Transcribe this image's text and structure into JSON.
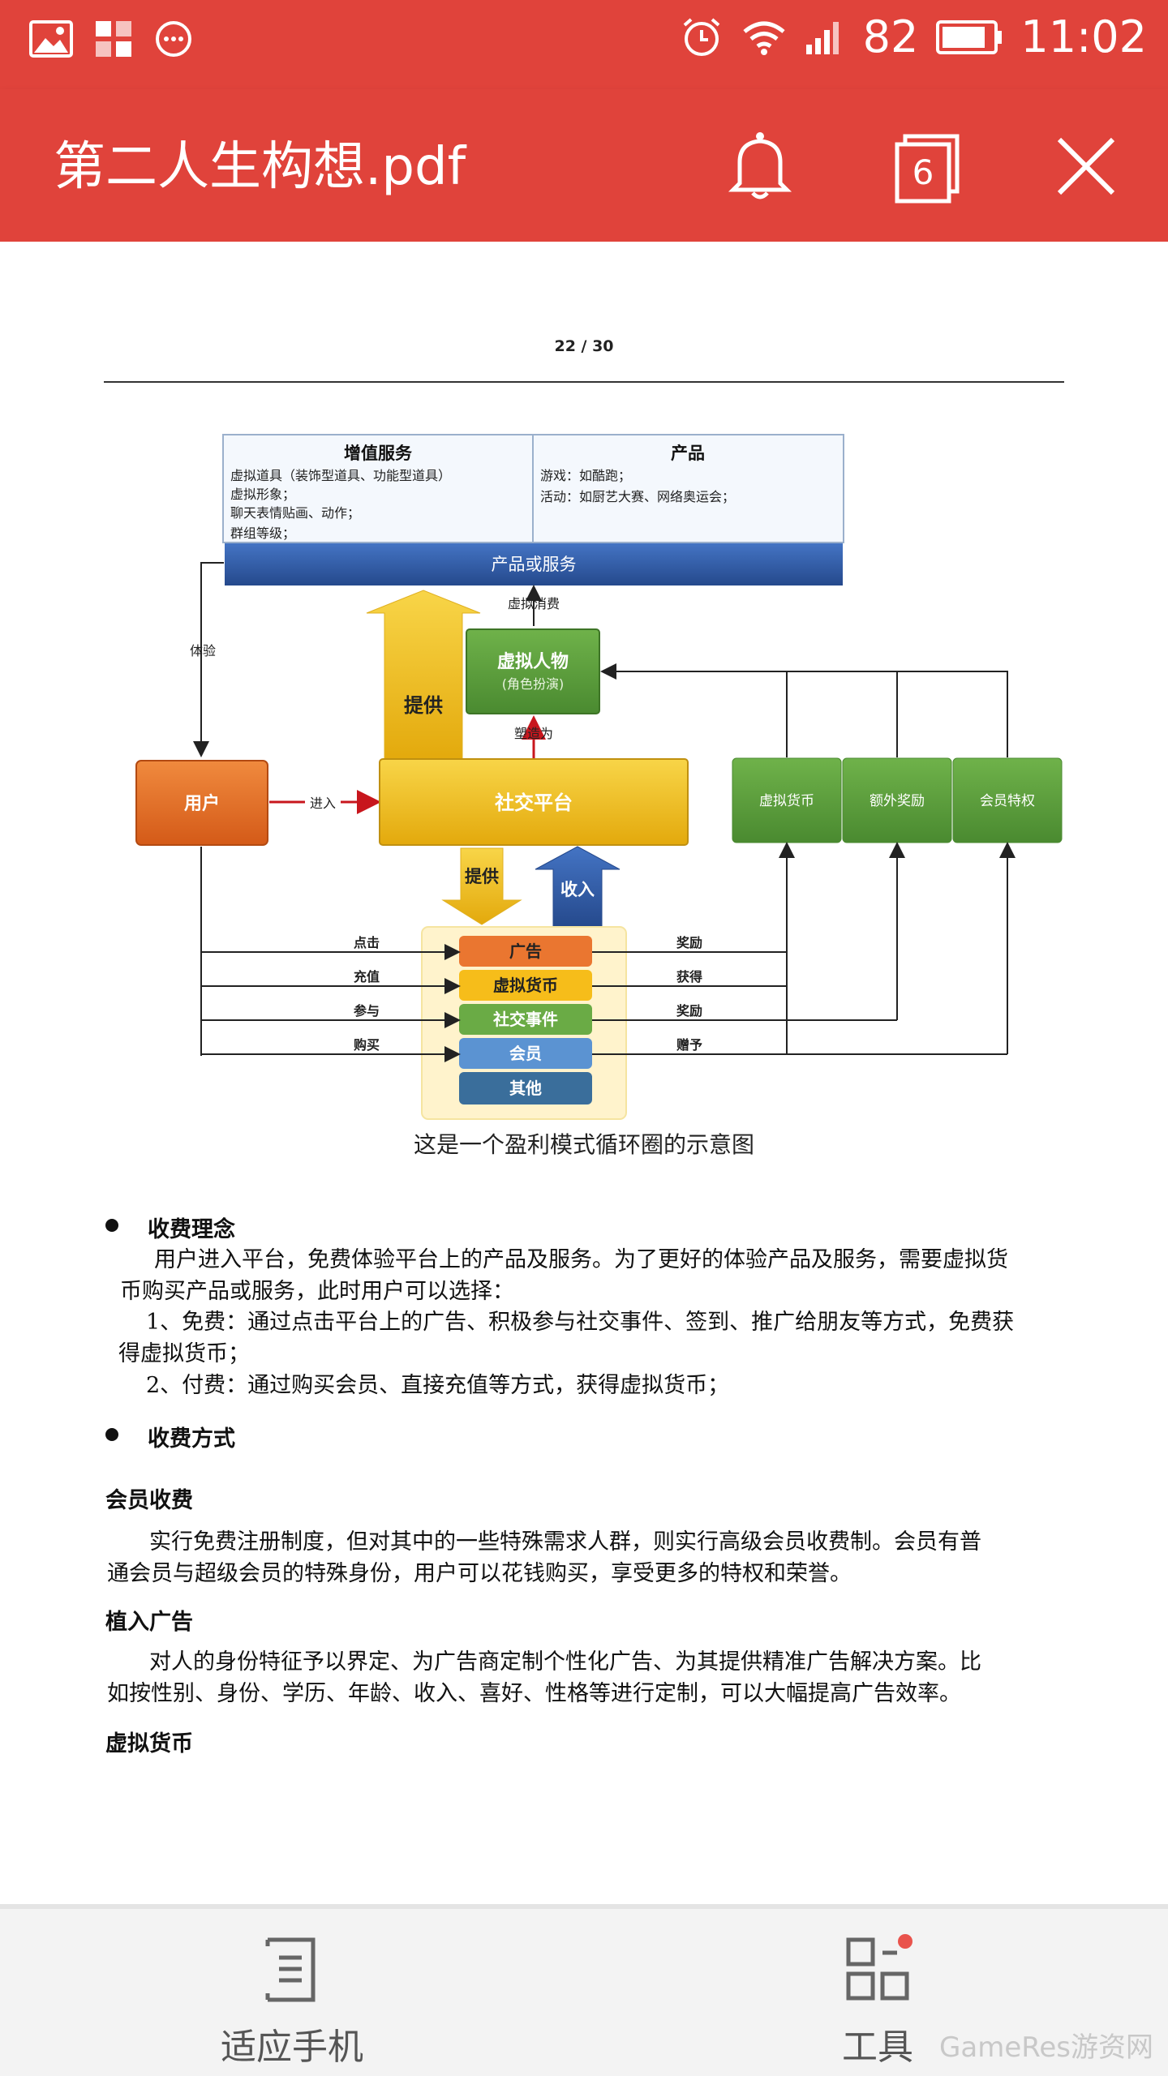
{
  "status_bar": {
    "battery": "82",
    "time": "11:02"
  },
  "app_bar": {
    "title": "第二人生构想.pdf",
    "tab_count": "6"
  },
  "page": {
    "page_number": "22 / 30",
    "diagram": {
      "top_box": {
        "left_title": "增值服务",
        "left_lines": [
          "虚拟道具（装饰型道具、功能型道具）",
          "虚拟形象；",
          "聊天表情贴画、动作；",
          "群组等级；"
        ],
        "right_title": "产品",
        "right_lines": [
          "游戏：如酷跑；",
          "活动：如厨艺大赛、网络奥运会；"
        ],
        "bar_label": "产品或服务"
      },
      "virtual_consumption": "虚拟消费",
      "experience": "体验",
      "virtual_person": "虚拟人物",
      "role_play": "(角色扮演)",
      "shape_as": "塑造为",
      "provide_up": "提供",
      "user": "用户",
      "enter": "进入",
      "social_platform": "社交平台",
      "green_boxes": [
        "虚拟货币",
        "额外奖励",
        "会员特权"
      ],
      "provide_down": "提供",
      "income": "收入",
      "center_items": [
        "广告",
        "虚拟货币",
        "社交事件",
        "会员",
        "其他"
      ],
      "left_actions": [
        "点击",
        "充值",
        "参与",
        "购买"
      ],
      "right_actions": [
        "奖励",
        "获得",
        "奖励",
        "赠予"
      ],
      "colors": {
        "orange": "#e8722a",
        "yellow": "#f5c015",
        "green": "#5a9e3c",
        "blue": "#2f5da8",
        "red_arrow": "#c8161d",
        "appbar": "#e0433b"
      }
    },
    "caption": "这是一个盈利模式循环圈的示意图",
    "section1_heading": "收费理念",
    "para1_line1": "用户进入平台，免费体验平台上的产品及服务。为了更好的体验产品及服务，需要虚拟货",
    "para1_line2": "币购买产品或服务，此时用户可以选择：",
    "para2_line1": "1、免费：通过点击平台上的广告、积极参与社交事件、签到、推广给朋友等方式，免费获",
    "para2_line2": "得虚拟货币；",
    "para3_line1": "2、付费：通过购买会员、直接充值等方式，获得虚拟货币；",
    "section2_heading": "收费方式",
    "sub1_heading": "会员收费",
    "sub1_line1": "实行免费注册制度，但对其中的一些特殊需求人群，则实行高级会员收费制。会员有普",
    "sub1_line2": "通会员与超级会员的特殊身份，用户可以花钱购买，享受更多的特权和荣誉。",
    "sub2_heading": "植入广告",
    "sub2_line1": "对人的身份特征予以界定、为广告商定制个性化广告、为其提供精准广告解决方案。比",
    "sub2_line2": "如按性别、身份、学历、年龄、收入、喜好、性格等进行定制，可以大幅提高广告效率。",
    "sub3_heading": "虚拟货币"
  },
  "bottom_bar": {
    "fit_label": "适应手机",
    "tools_label": "工具"
  },
  "watermark": "GameRes游资网"
}
